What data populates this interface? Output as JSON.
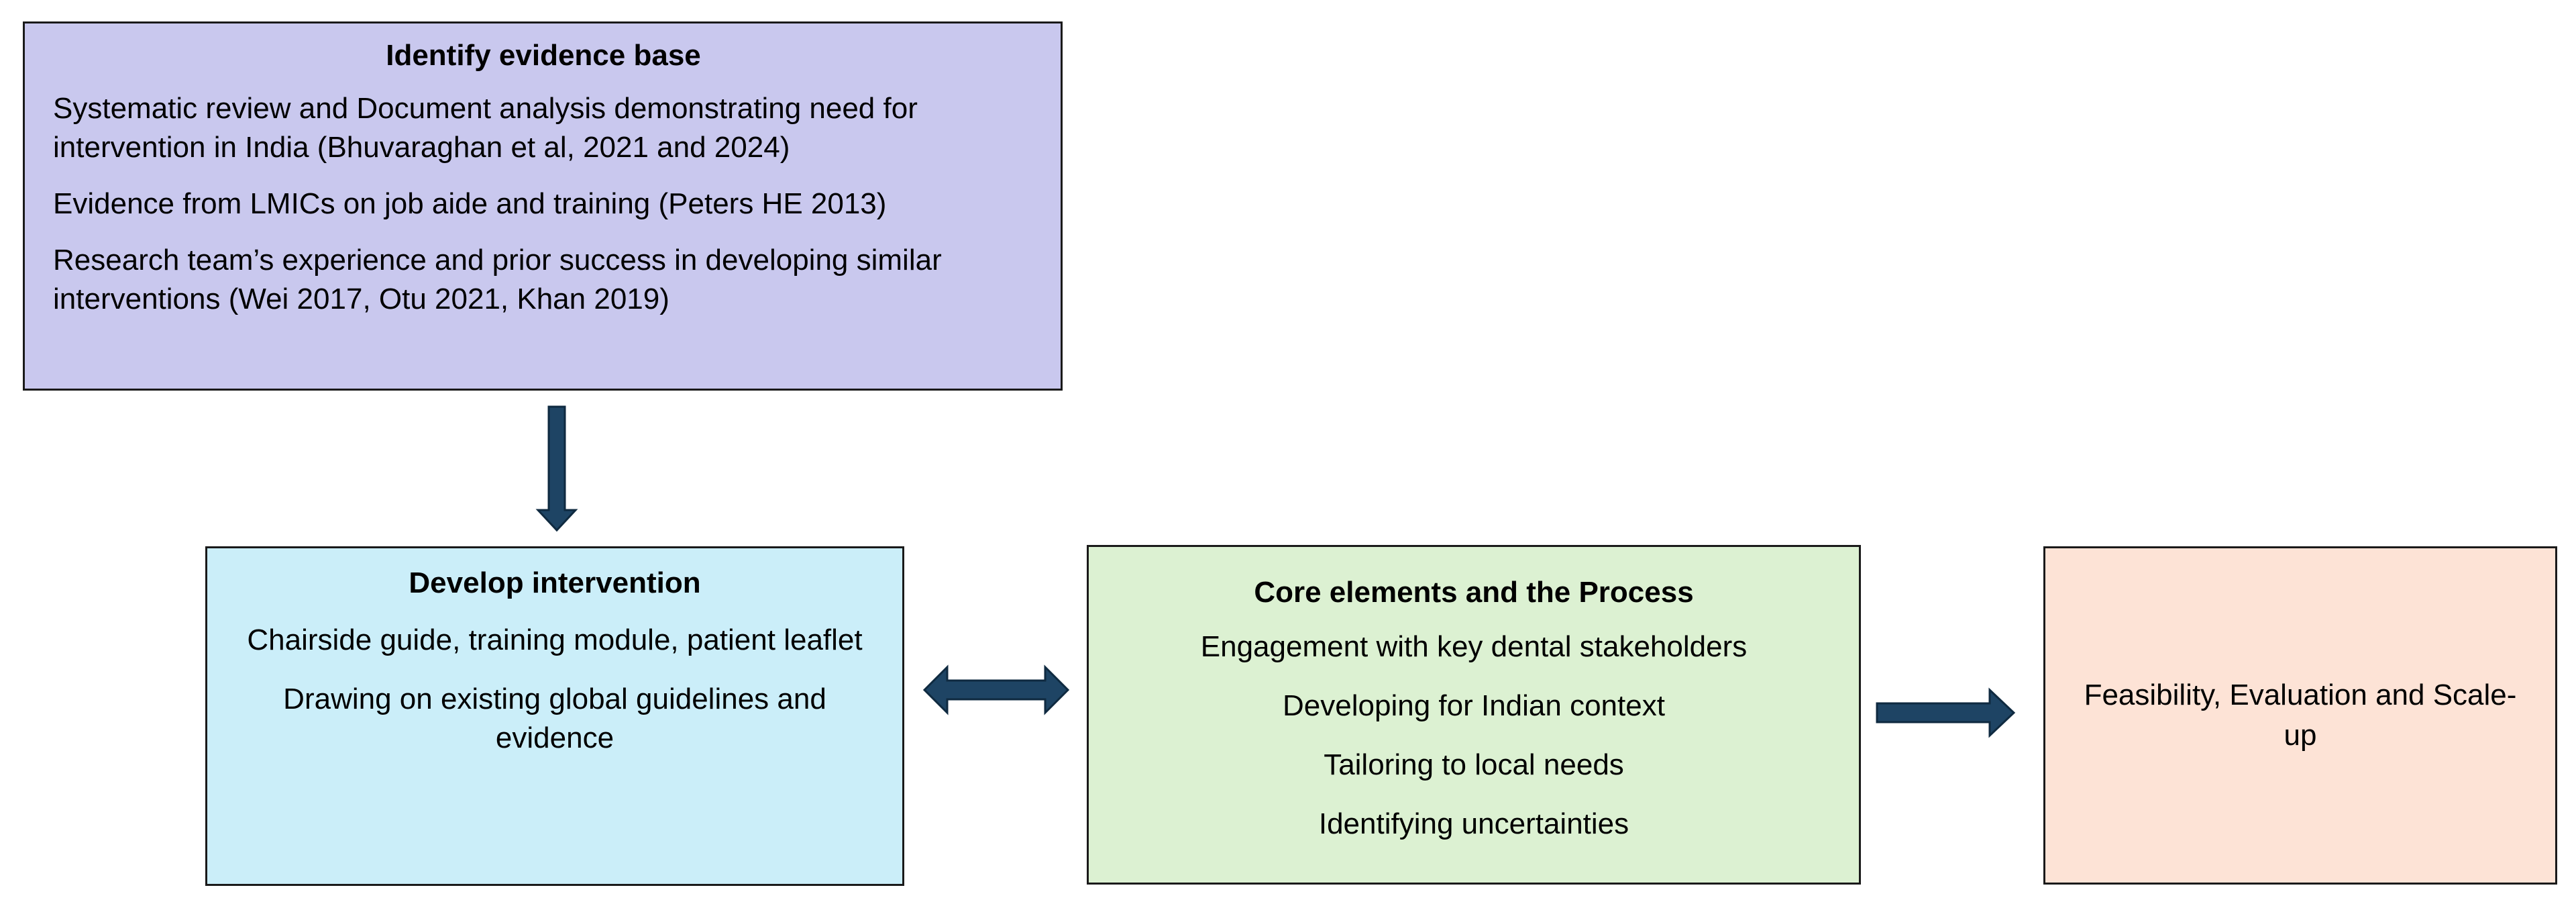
{
  "evidence_box": {
    "title": "Identify evidence base",
    "lines": [
      "Systematic review and Document analysis demonstrating need for intervention in India (Bhuvaraghan et al, 2021 and 2024)",
      "Evidence from LMICs on job aide and training (Peters HE 2013)",
      "Research team’s experience and prior success in developing similar interventions (Wei 2017, Otu 2021, Khan 2019)"
    ]
  },
  "develop_box": {
    "title": "Develop intervention",
    "lines": [
      "Chairside guide, training module, patient leaflet",
      "Drawing on existing global guidelines and evidence"
    ]
  },
  "core_box": {
    "title": "Core elements and the Process",
    "lines": [
      "Engagement with key dental stakeholders",
      "Developing for Indian context",
      "Tailoring to local needs",
      "Identifying uncertainties"
    ]
  },
  "feasibility_box": {
    "text": "Feasibility, Evaluation and Scale-up"
  },
  "colors": {
    "evidence_fill": "#c9c8ee",
    "develop_fill": "#cbeef9",
    "core_fill": "#dcf1d2",
    "feasibility_fill": "#fde3d6",
    "arrow_fill": "#1e4464",
    "arrow_stroke": "#0f2a40"
  }
}
